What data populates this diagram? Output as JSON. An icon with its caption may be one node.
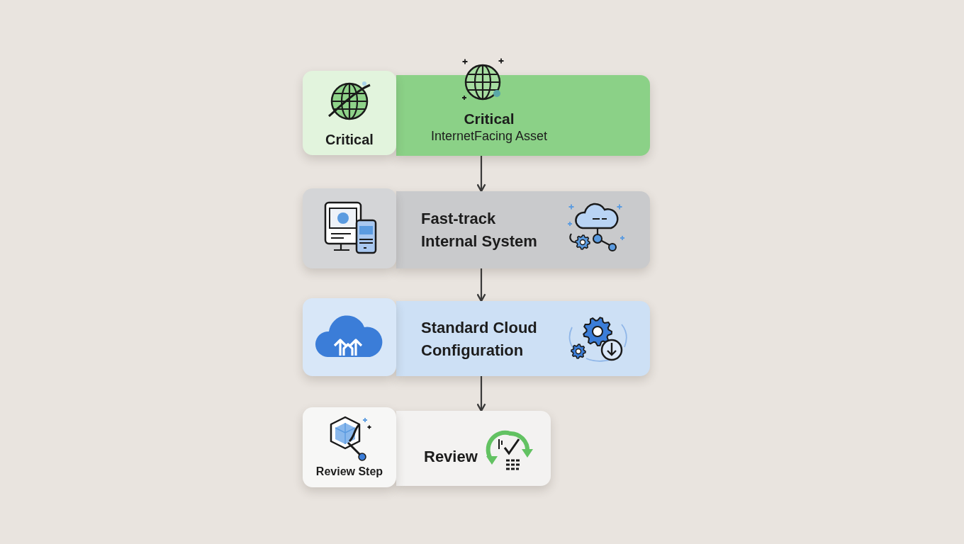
{
  "diagram": {
    "nodes": [
      {
        "text": [
          "Critical"
        ]
      },
      {
        "text": [
          "Critical",
          "InternetFacing Asset"
        ]
      },
      {
        "text": [],
        "shape": "box"
      },
      {
        "text": [
          "Fast-track Internal System"
        ]
      },
      {
        "text": [],
        "shape": "box"
      },
      {
        "text": [
          "Standard Cloud Configuration"
        ]
      },
      {
        "text": [
          "Review Step"
        ]
      },
      {
        "text": [
          "Review"
        ]
      }
    ],
    "edges": [
      {
        "from": 1,
        "to": 3,
        "arrow": "to"
      },
      {
        "from": 3,
        "to": 5,
        "arrow": "to"
      },
      {
        "from": 5,
        "to": 7,
        "arrow": "to"
      }
    ]
  }
}
